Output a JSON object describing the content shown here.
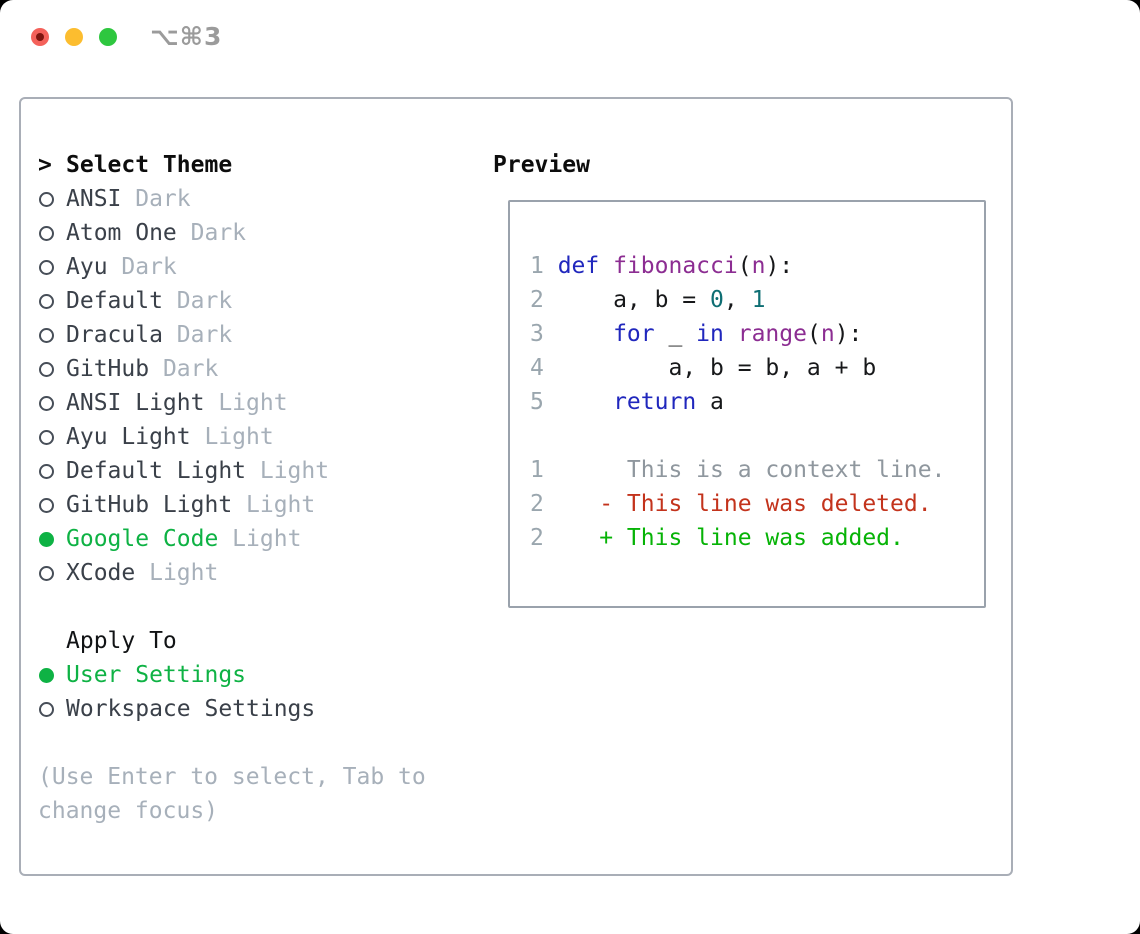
{
  "window": {
    "shortcut": "⌥⌘3",
    "traffic_lights": [
      "close",
      "minimize",
      "zoom"
    ]
  },
  "colors": {
    "selection_green": "#0eb244",
    "theme_name": "#3a4049",
    "variant_gray": "#a7b0ba",
    "panel_border": "#a9aeb7",
    "keyword_blue": "#2027bd",
    "function_purple": "#8c2d92",
    "number_teal": "#0e6e73",
    "line_number_gray": "#9aa6ae",
    "context_gray": "#8f979e",
    "deleted_red": "#c3331c",
    "added_green": "#06b306"
  },
  "theme_panel": {
    "title": "Select Theme",
    "caret": ">",
    "themes": [
      {
        "name": "ANSI",
        "variant": "Dark",
        "selected": false
      },
      {
        "name": "Atom One",
        "variant": "Dark",
        "selected": false
      },
      {
        "name": "Ayu",
        "variant": "Dark",
        "selected": false
      },
      {
        "name": "Default",
        "variant": "Dark",
        "selected": false
      },
      {
        "name": "Dracula",
        "variant": "Dark",
        "selected": false
      },
      {
        "name": "GitHub",
        "variant": "Dark",
        "selected": false
      },
      {
        "name": "ANSI Light",
        "variant": "Light",
        "selected": false
      },
      {
        "name": "Ayu Light",
        "variant": "Light",
        "selected": false
      },
      {
        "name": "Default Light",
        "variant": "Light",
        "selected": false
      },
      {
        "name": "GitHub Light",
        "variant": "Light",
        "selected": false
      },
      {
        "name": "Google Code",
        "variant": "Light",
        "selected": true
      },
      {
        "name": "XCode",
        "variant": "Light",
        "selected": false
      }
    ],
    "apply_to": {
      "title": "Apply To",
      "options": [
        {
          "name": "User Settings",
          "selected": true
        },
        {
          "name": "Workspace Settings",
          "selected": false
        }
      ]
    },
    "help_lines": [
      "(Use Enter to select, Tab to",
      "change focus)"
    ]
  },
  "preview": {
    "title": "Preview",
    "code_lines": [
      {
        "num": "1",
        "kind": "code",
        "segments": [
          {
            "t": "def",
            "c": "kw"
          },
          {
            "t": " ",
            "c": "pl"
          },
          {
            "t": "fibonacci",
            "c": "fn"
          },
          {
            "t": "(",
            "c": "pl"
          },
          {
            "t": "n",
            "c": "fn"
          },
          {
            "t": "):",
            "c": "pl"
          }
        ]
      },
      {
        "num": "2",
        "kind": "code",
        "segments": [
          {
            "t": "    a, b = ",
            "c": "pl"
          },
          {
            "t": "0",
            "c": "num"
          },
          {
            "t": ", ",
            "c": "pl"
          },
          {
            "t": "1",
            "c": "num"
          }
        ]
      },
      {
        "num": "3",
        "kind": "code",
        "segments": [
          {
            "t": "    ",
            "c": "pl"
          },
          {
            "t": "for",
            "c": "kw"
          },
          {
            "t": " _ ",
            "c": "pl"
          },
          {
            "t": "in",
            "c": "kw"
          },
          {
            "t": " ",
            "c": "pl"
          },
          {
            "t": "range",
            "c": "fn"
          },
          {
            "t": "(",
            "c": "pl"
          },
          {
            "t": "n",
            "c": "fn"
          },
          {
            "t": "):",
            "c": "pl"
          }
        ]
      },
      {
        "num": "4",
        "kind": "code",
        "segments": [
          {
            "t": "        a, b = b, a + b",
            "c": "pl"
          }
        ]
      },
      {
        "num": "5",
        "kind": "code",
        "segments": [
          {
            "t": "    ",
            "c": "pl"
          },
          {
            "t": "return",
            "c": "kw"
          },
          {
            "t": " a",
            "c": "pl"
          }
        ]
      },
      {
        "num": "",
        "kind": "blank",
        "segments": []
      },
      {
        "num": "1",
        "kind": "diff-context",
        "segments": [
          {
            "t": "     This is a context line.",
            "c": "ctx"
          }
        ]
      },
      {
        "num": "2",
        "kind": "diff-deleted",
        "segments": [
          {
            "t": "   - This line was deleted.",
            "c": "del"
          }
        ]
      },
      {
        "num": "2",
        "kind": "diff-added",
        "segments": [
          {
            "t": "   + This line was added.",
            "c": "add"
          }
        ]
      }
    ]
  }
}
